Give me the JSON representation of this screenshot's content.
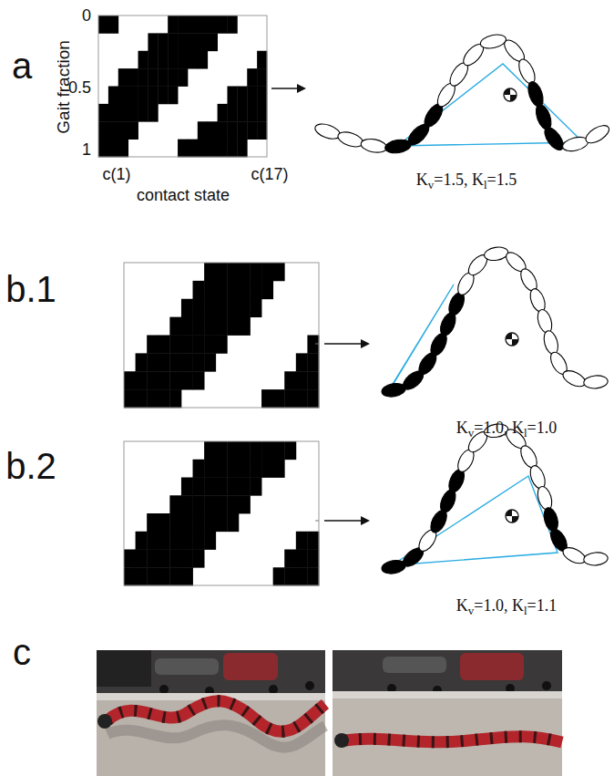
{
  "diagram": {
    "labels": [
      "a",
      "0",
      "Gait fraction",
      "0.5",
      "1",
      "c(1)",
      "contact state",
      "c(17)",
      "Kv=1.5, Kl=1.5",
      "b.1",
      "Kv=1.0, Kl=1.0",
      "b.2",
      "Kv=1.0, Kl=1.1",
      "c"
    ]
  }
}
